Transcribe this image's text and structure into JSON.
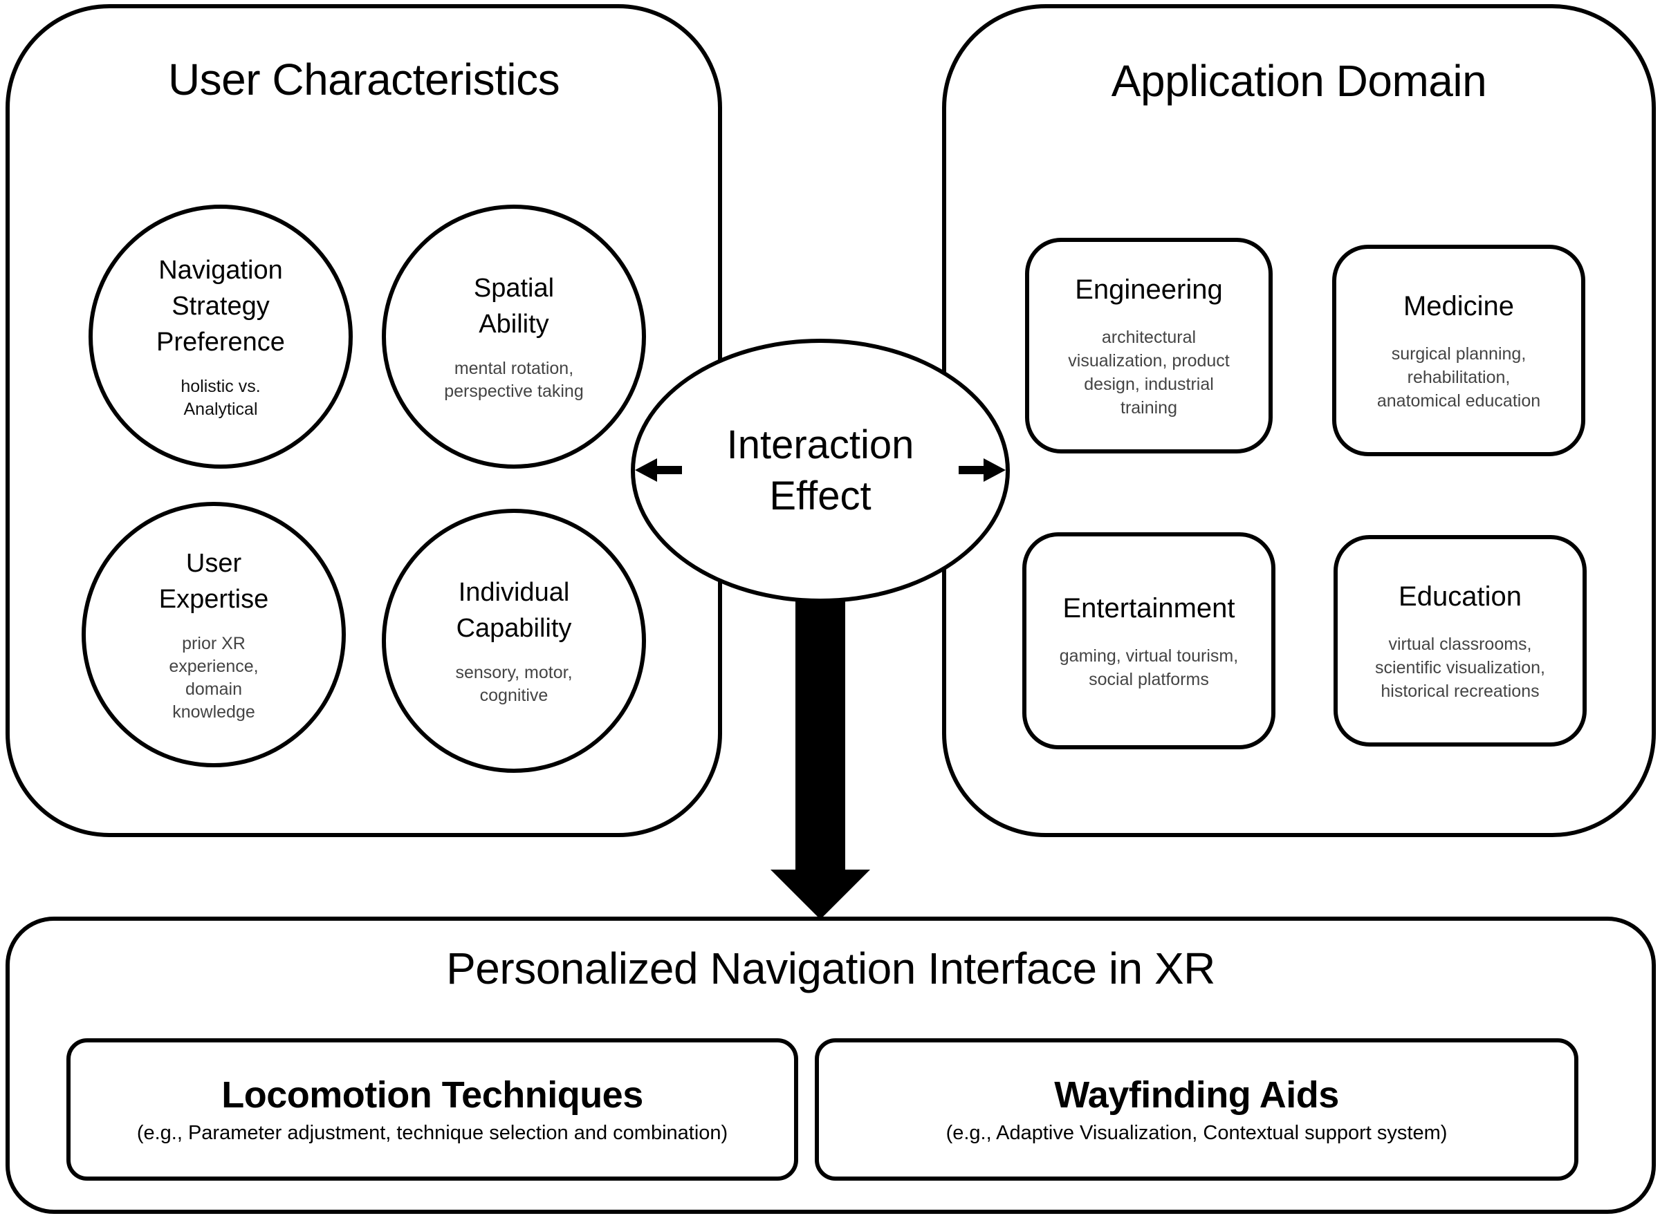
{
  "user_characteristics": {
    "title": "User Characteristics",
    "factors": [
      {
        "title_lines": [
          "Navigation",
          "Strategy",
          "Preference"
        ],
        "detail_lines": [
          "holistic vs.",
          "Analytical"
        ]
      },
      {
        "title_lines": [
          "Spatial",
          "Ability"
        ],
        "detail_lines": [
          "mental rotation,",
          "perspective taking"
        ]
      },
      {
        "title_lines": [
          "User",
          "Expertise"
        ],
        "detail_lines": [
          "prior XR",
          "experience,",
          "domain",
          "knowledge"
        ]
      },
      {
        "title_lines": [
          "Individual",
          "Capability"
        ],
        "detail_lines": [
          "sensory, motor,",
          "cognitive"
        ]
      }
    ]
  },
  "application_domain": {
    "title": "Application Domain",
    "domains": [
      {
        "title": "Engineering",
        "detail_lines": [
          "architectural",
          "visualization, product",
          "design, industrial",
          "training"
        ]
      },
      {
        "title": "Medicine",
        "detail_lines": [
          "surgical planning,",
          "rehabilitation,",
          "anatomical education"
        ]
      },
      {
        "title": "Entertainment",
        "detail_lines": [
          "gaming, virtual tourism,",
          "social platforms"
        ]
      },
      {
        "title": "Education",
        "detail_lines": [
          "virtual classrooms,",
          "scientific visualization,",
          "historical recreations"
        ]
      }
    ]
  },
  "interaction": {
    "label_lines": [
      "Interaction",
      "Effect"
    ],
    "left_arrow_icon": "arrow-left-icon",
    "right_arrow_icon": "arrow-right-icon",
    "down_arrow_icon": "arrow-down-icon"
  },
  "output": {
    "title": "Personalized Navigation Interface in XR",
    "components": [
      {
        "title": "Locomotion Techniques",
        "detail": "(e.g., Parameter adjustment, technique selection and combination)"
      },
      {
        "title": "Wayfinding Aids",
        "detail": "(e.g., Adaptive Visualization, Contextual support system)"
      }
    ]
  }
}
